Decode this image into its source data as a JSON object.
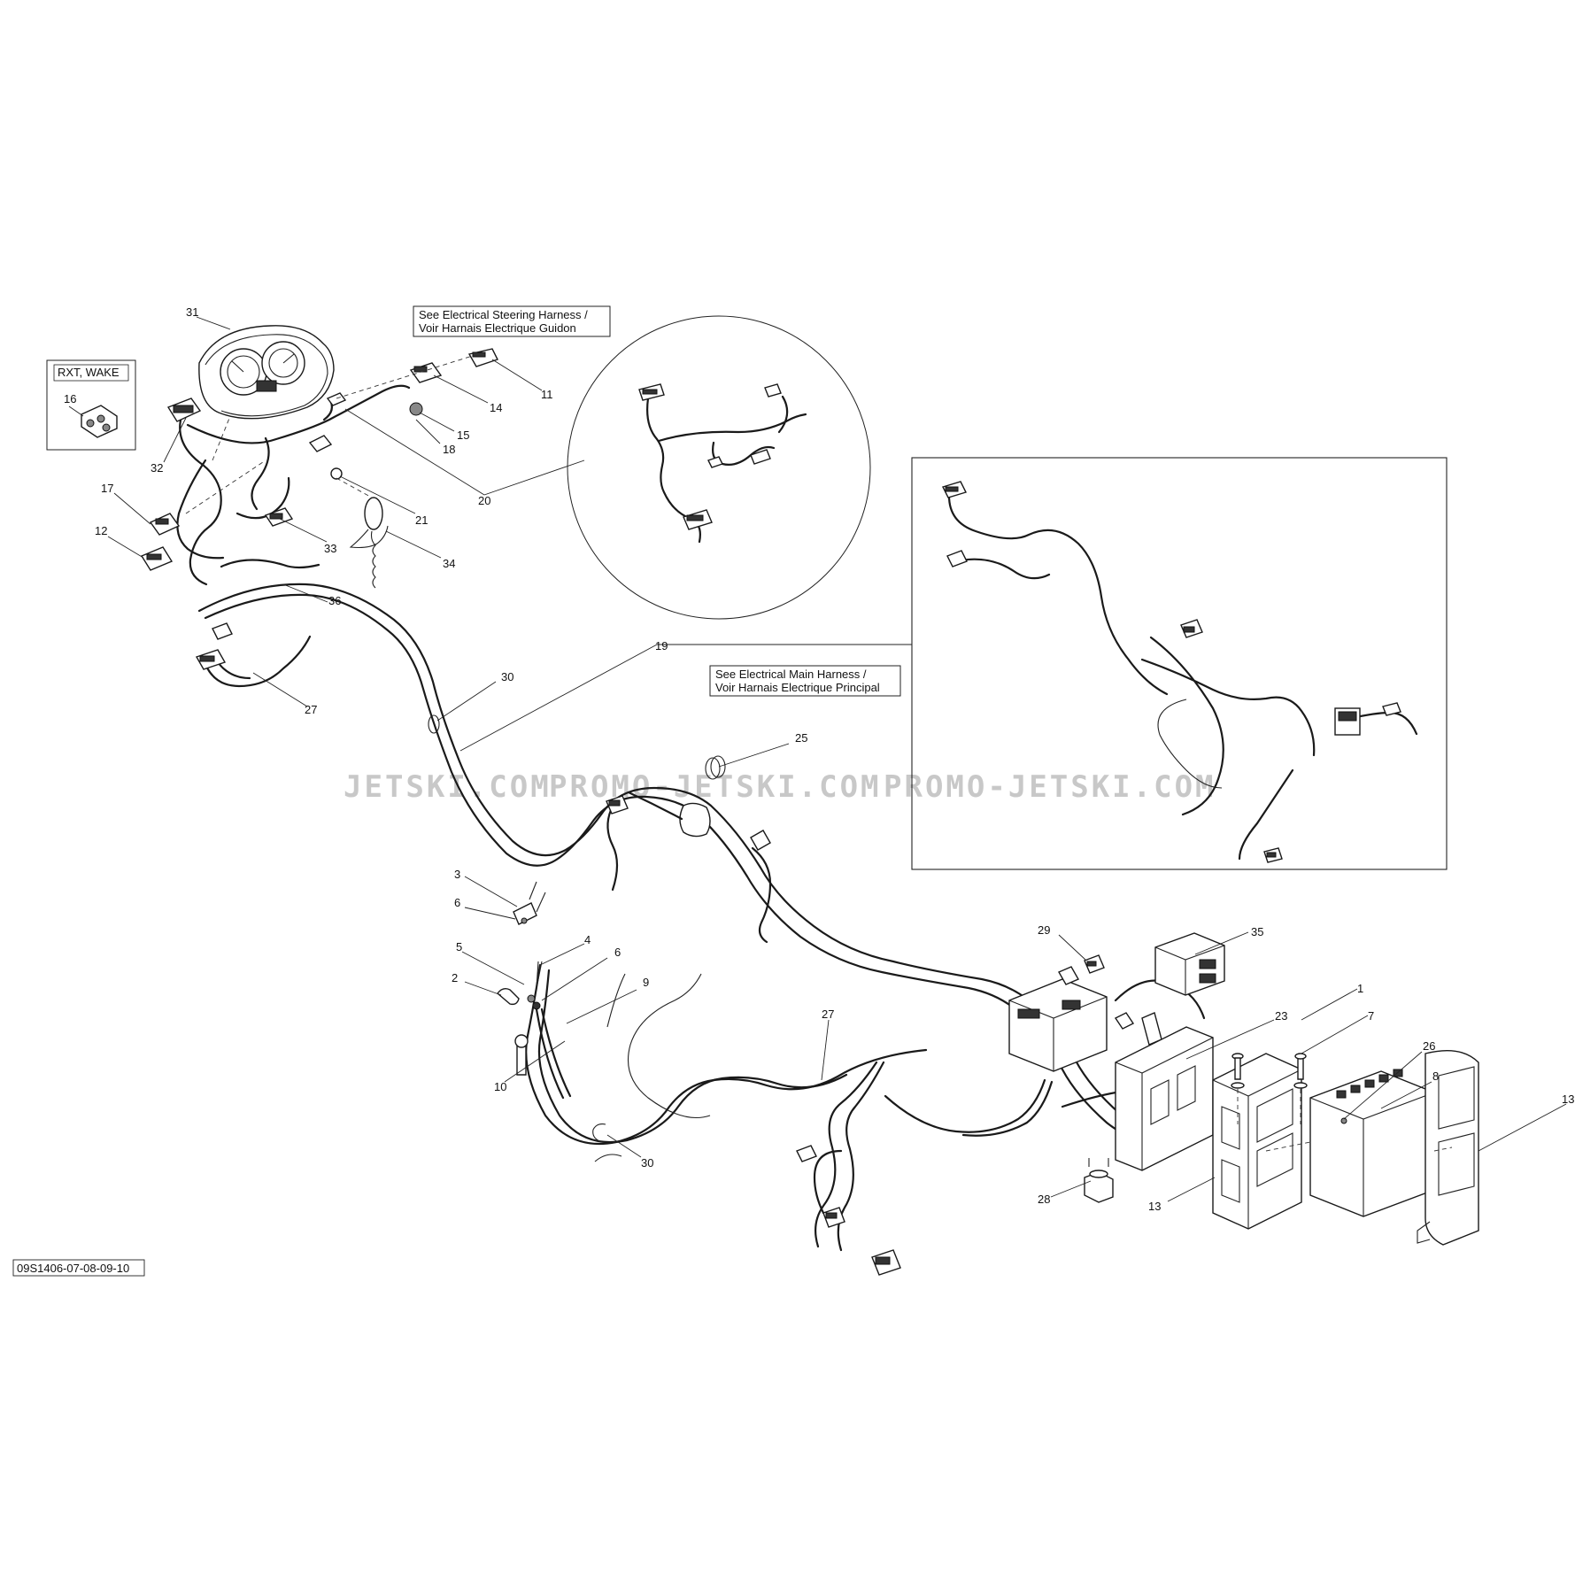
{
  "boxes": {
    "variant": "RXT, WAKE",
    "steering_note_line1": "See Electrical Steering Harness /",
    "steering_note_line2": "Voir Harnais Electrique Guidon",
    "main_note_line1": "See Electrical Main Harness /",
    "main_note_line2": "Voir Harnais Electrique Principal",
    "diagram_code": "09S1406-07-08-09-10"
  },
  "watermarks": [
    "JETSKI.COM",
    "PROMO-JETSKI.COM",
    "PROMO-JETSKI.COM"
  ],
  "callouts": {
    "c31": "31",
    "c16": "16",
    "c11": "11",
    "c14": "14",
    "c15": "15",
    "c18": "18",
    "c32": "32",
    "c20": "20",
    "c21": "21",
    "c17": "17",
    "c33": "33",
    "c34": "34",
    "c12": "12",
    "c36": "36",
    "c19": "19",
    "c30a": "30",
    "c27a": "27",
    "c25": "25",
    "c3": "3",
    "c6a": "6",
    "c5": "5",
    "c4": "4",
    "c6b": "6",
    "c9": "9",
    "c2": "2",
    "c10": "10",
    "c27b": "27",
    "c30b": "30",
    "c29": "29",
    "c35": "35",
    "c23": "23",
    "c1": "1",
    "c7": "7",
    "c26": "26",
    "c8": "8",
    "c13a": "13",
    "c13b": "13",
    "c28": "28"
  },
  "colors": {
    "line": "#1a1a1a",
    "watermark": "#c8c8c8",
    "background": "#ffffff"
  }
}
